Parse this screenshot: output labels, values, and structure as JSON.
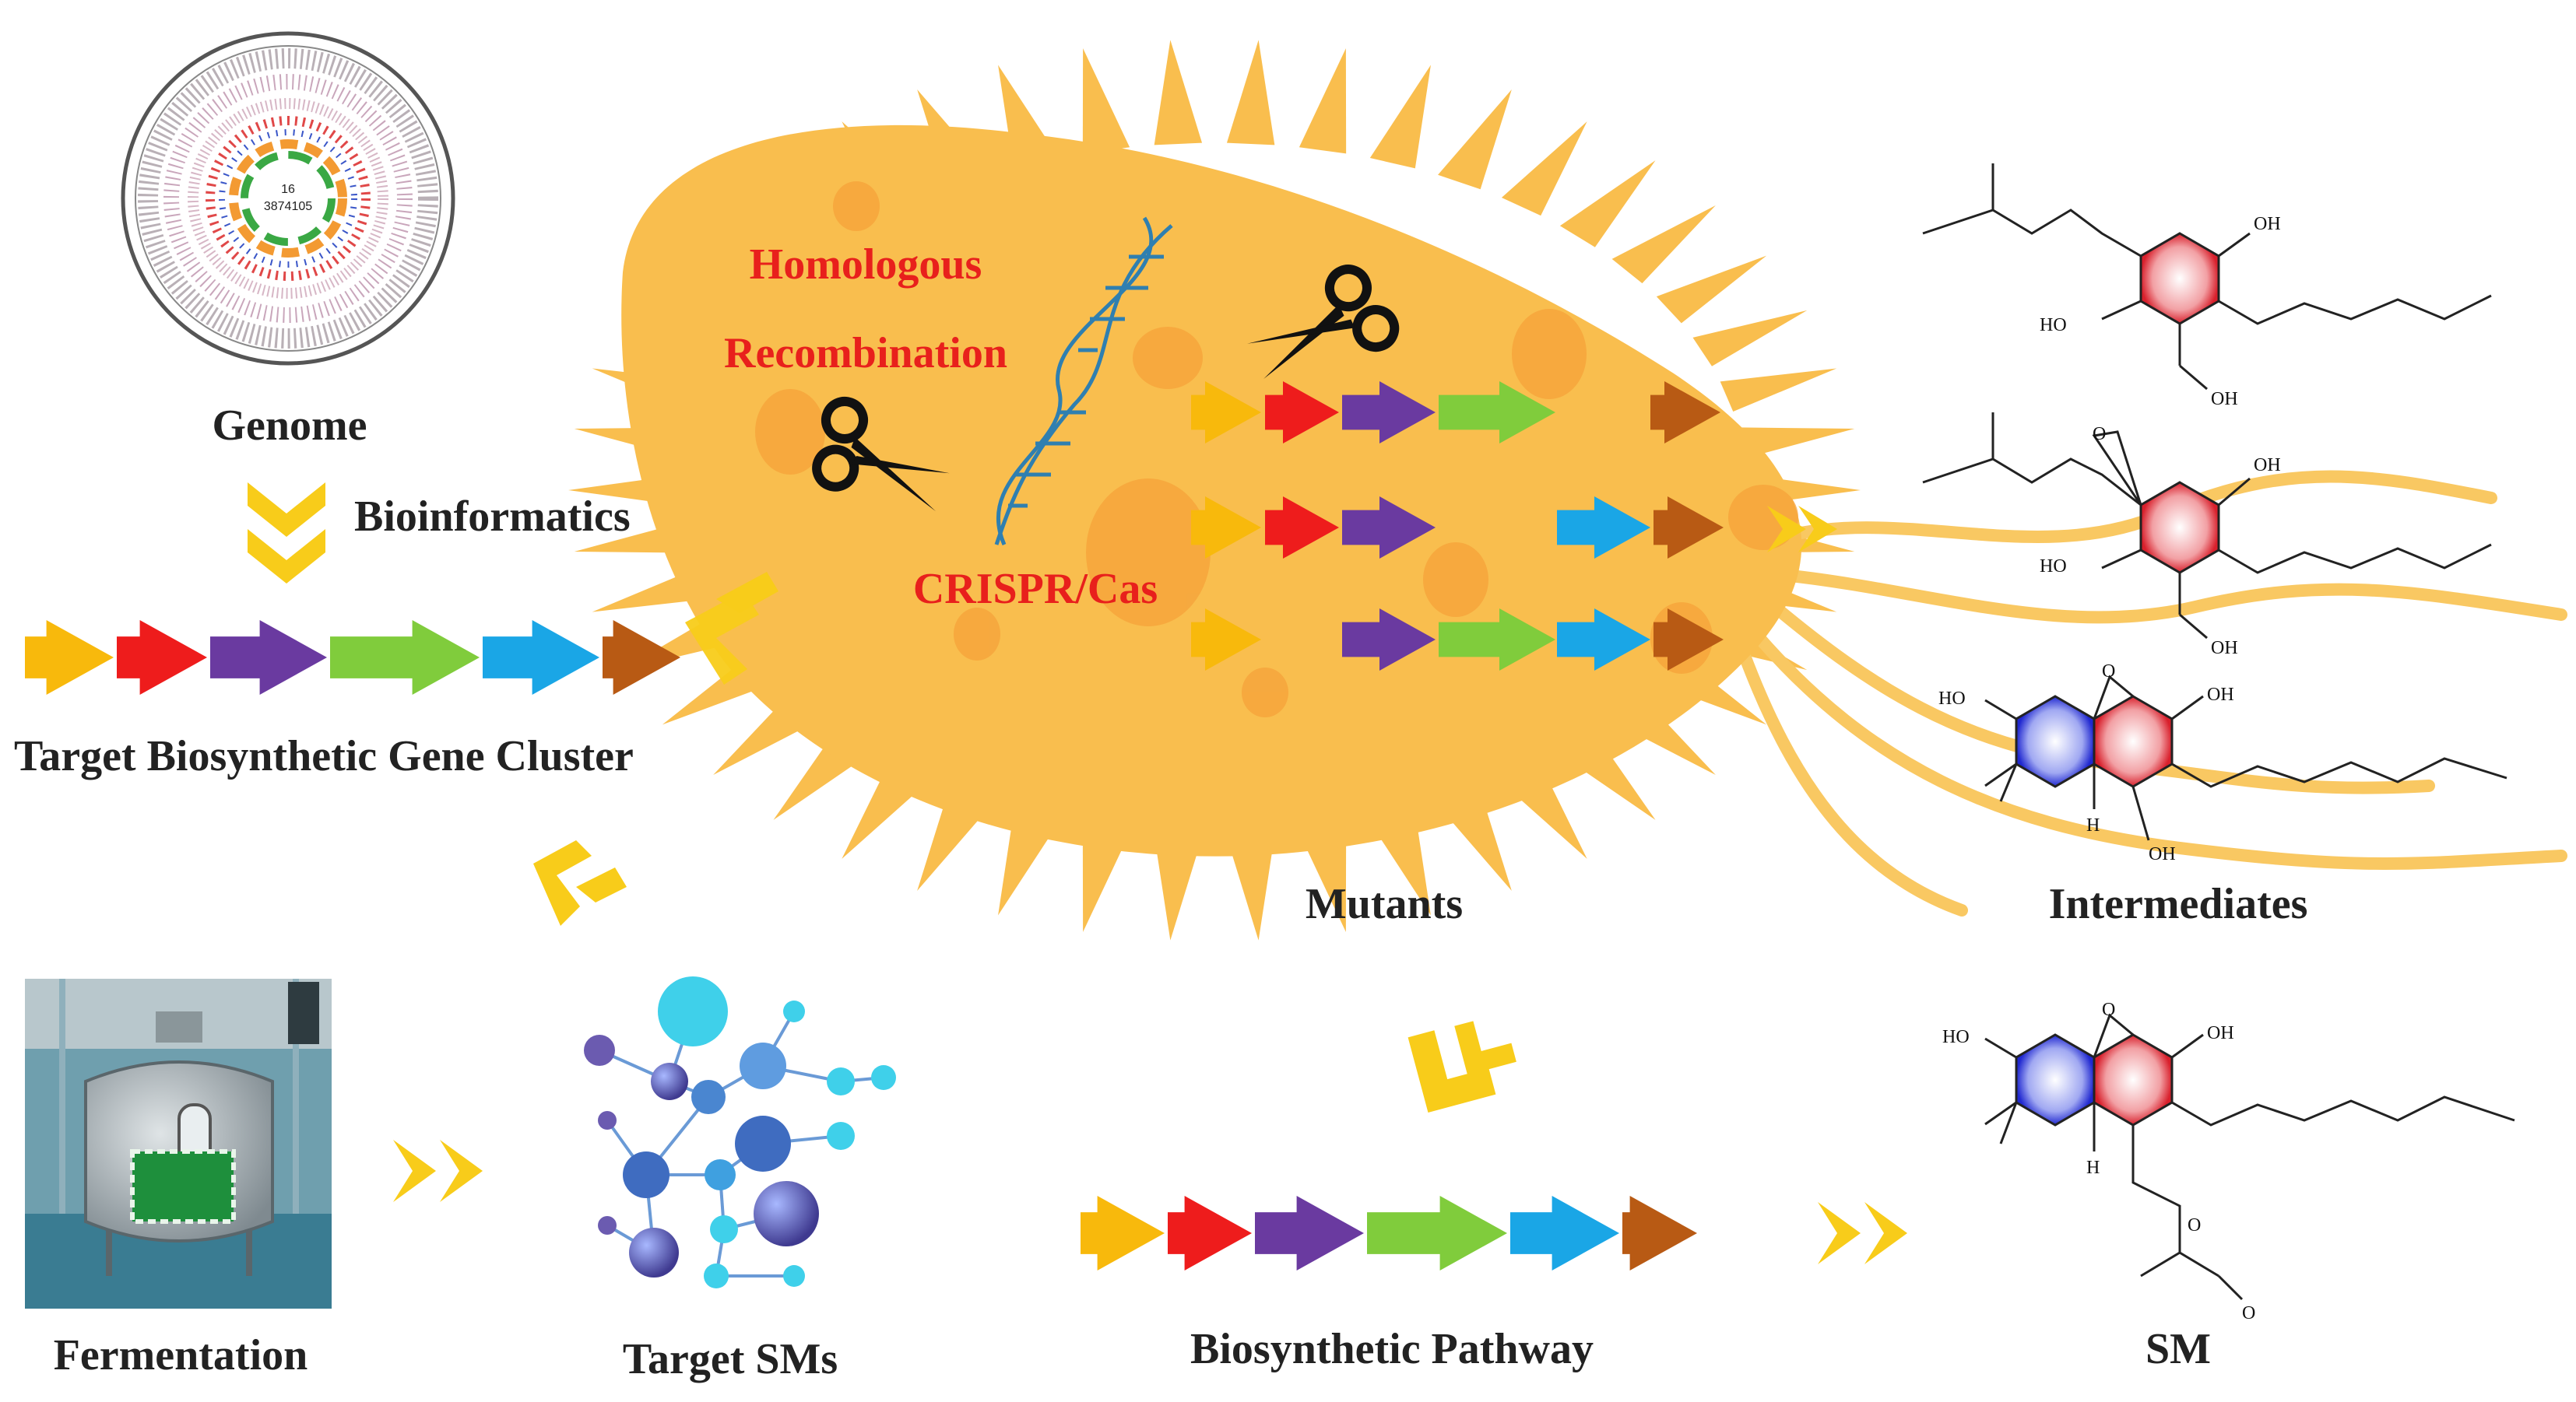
{
  "labels": {
    "genome": "Genome",
    "bioinformatics": "Bioinformatics",
    "target_cluster": "Target Biosynthetic Gene Cluster",
    "homologous_1": "Homologous",
    "homologous_2": "Recombination",
    "crispr": "CRISPR/Cas",
    "mutants": "Mutants",
    "intermediates": "Intermediates",
    "fermentation": "Fermentation",
    "target_sms": "Target SMs",
    "pathway": "Biosynthetic Pathway",
    "sm": "SM"
  },
  "genome_center": {
    "line1": "16",
    "line2": "3874105"
  },
  "chem": {
    "oh": "OH",
    "ho": "HO",
    "o": "O",
    "h": "H"
  },
  "colors": {
    "gene1": "#f8b90c",
    "gene2": "#ee1c1c",
    "gene3": "#6a3aa0",
    "gene4": "#80cc3c",
    "gene5": "#1aa6e6",
    "gene6": "#b85a14",
    "cell": "#f9be4e",
    "chevron": "#f8cc1a",
    "label_red": "#e8201c"
  },
  "icons": [
    "scissors-icon",
    "dna-helix-icon",
    "chevron-arrow-icon",
    "bioreactor-icon",
    "molecule-network-icon"
  ]
}
